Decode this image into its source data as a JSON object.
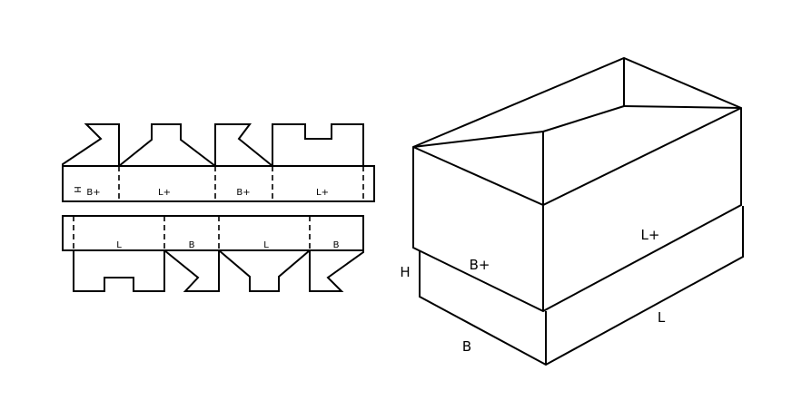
{
  "net_top": {
    "h_label": "H",
    "panels": [
      "B+",
      "L+",
      "B+",
      "L+"
    ]
  },
  "net_bottom": {
    "panels": [
      "L",
      "B",
      "L",
      "B"
    ]
  },
  "box_3d": {
    "lid_front_label": "B+",
    "lid_side_label": "L+",
    "base_height_label": "H",
    "base_front_label": "B",
    "base_side_label": "L"
  },
  "colors": {
    "line": "#000000",
    "background": "#ffffff"
  }
}
